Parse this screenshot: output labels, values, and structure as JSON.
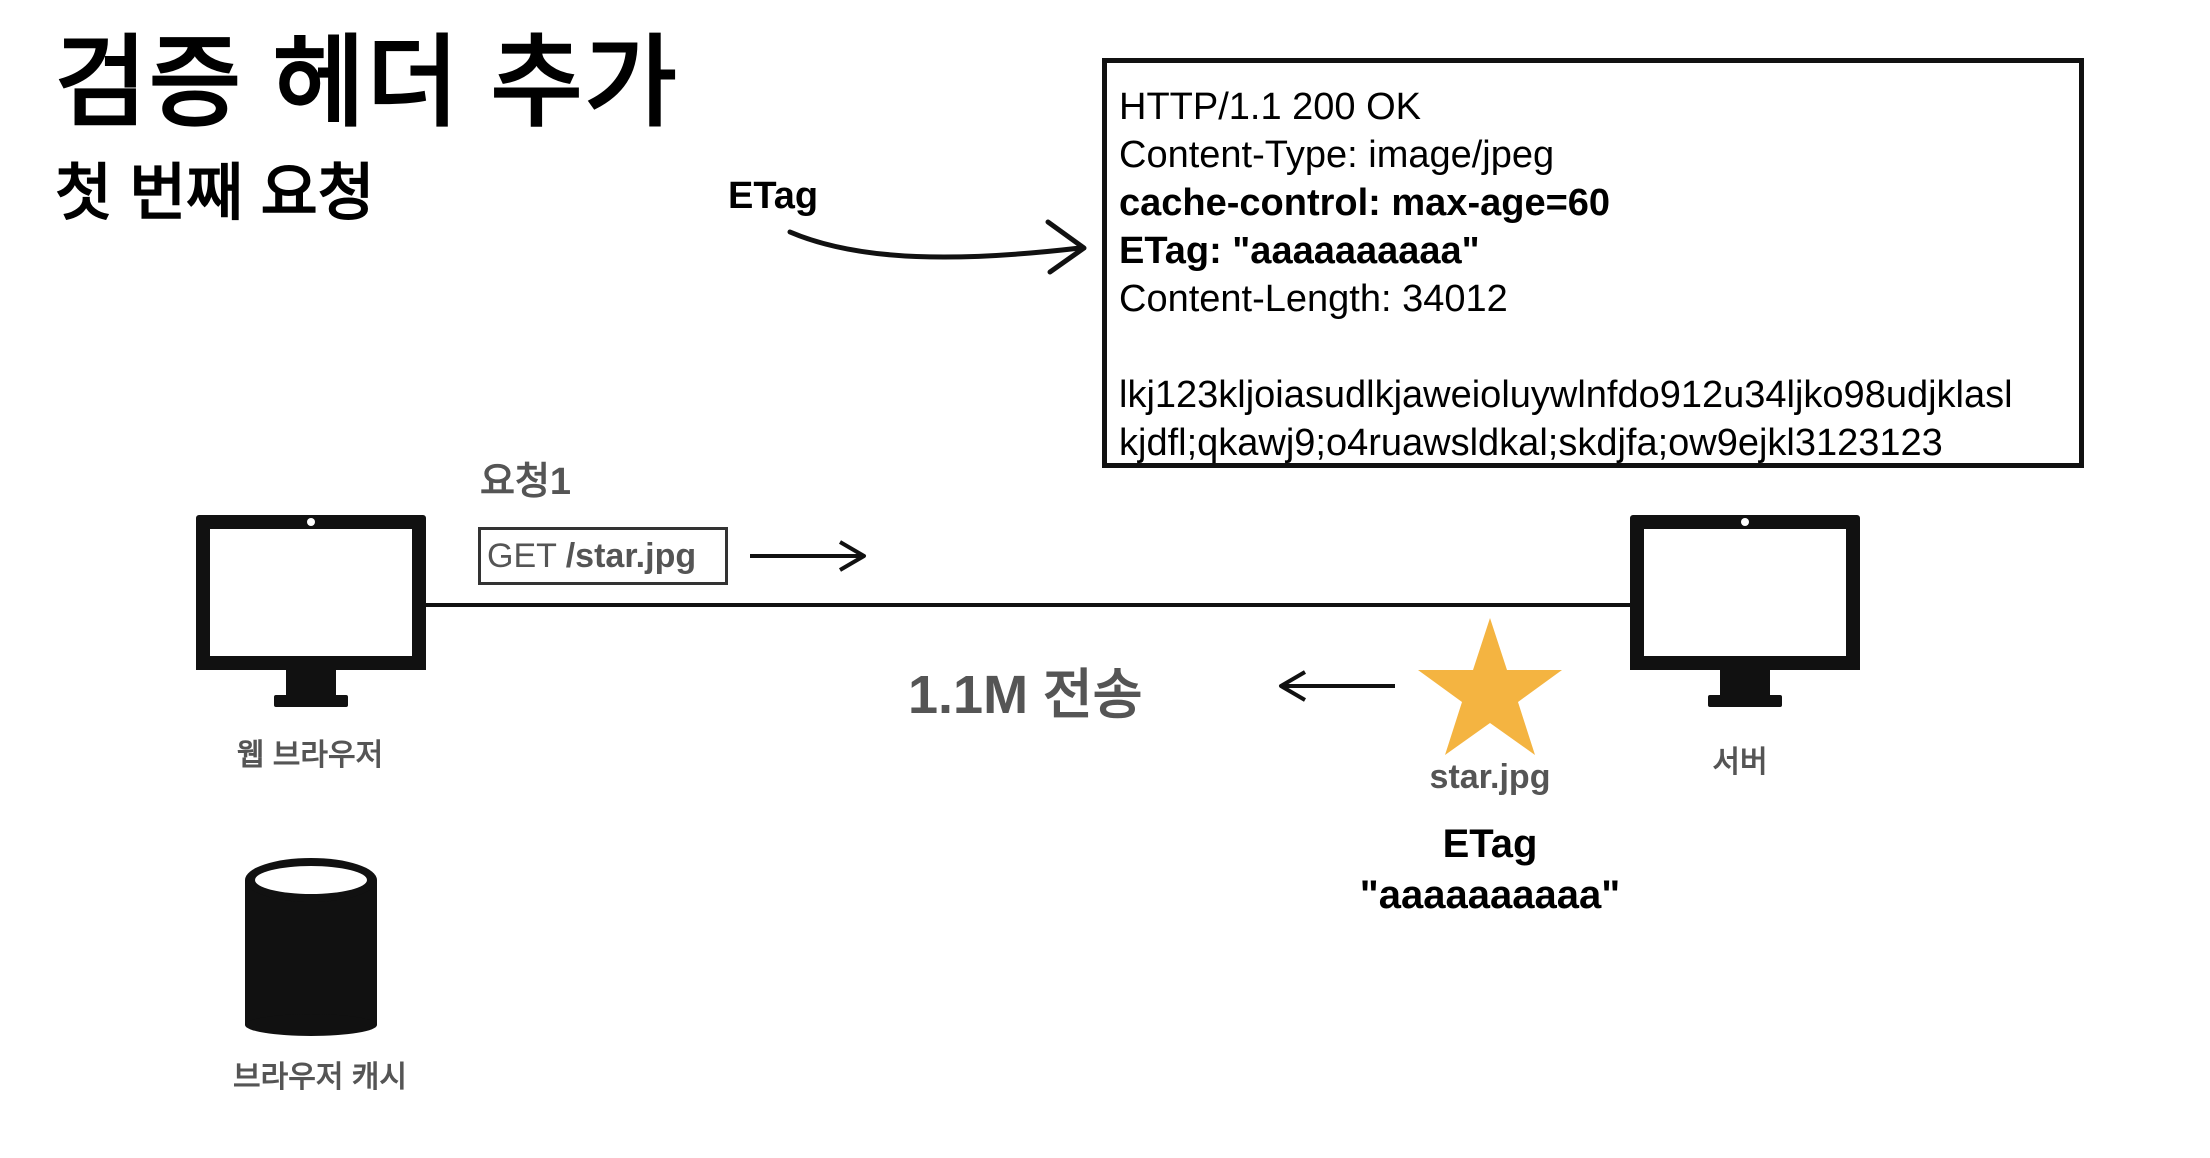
{
  "header": {
    "title": "검증 헤더 추가",
    "subtitle": "첫 번째 요청"
  },
  "annotation": {
    "etag_arrow_label": "ETag"
  },
  "response_box": {
    "lines": [
      "HTTP/1.1 200 OK",
      "Content-Type: image/jpeg",
      "cache-control: max-age=60",
      "ETag: \"aaaaaaaaaa\"",
      "Content-Length: 34012",
      "",
      "lkj123kljoiasudlkjaweioluywlnfdo912u34ljko98udjklasl",
      "kjdfl;qkawj9;o4ruawsldkal;skdjfa;ow9ejkl3123123"
    ]
  },
  "request": {
    "label": "요청1",
    "method": "GET",
    "path": "/star.jpg"
  },
  "response_transfer": {
    "label": "1.1M 전송"
  },
  "client": {
    "label": "웹 브라우저",
    "icon": "monitor-icon"
  },
  "server": {
    "label": "서버",
    "icon": "monitor-icon"
  },
  "cache": {
    "label": "브라우저 캐시",
    "icon": "database-cylinder-icon"
  },
  "resource": {
    "icon": "star-icon",
    "color": "#F4B441",
    "name": "star.jpg",
    "etag_label": "ETag",
    "etag_value": "\"aaaaaaaaaa\""
  },
  "colors": {
    "primary_text": "#000000",
    "secondary_text": "#555555",
    "star": "#F4B441"
  }
}
